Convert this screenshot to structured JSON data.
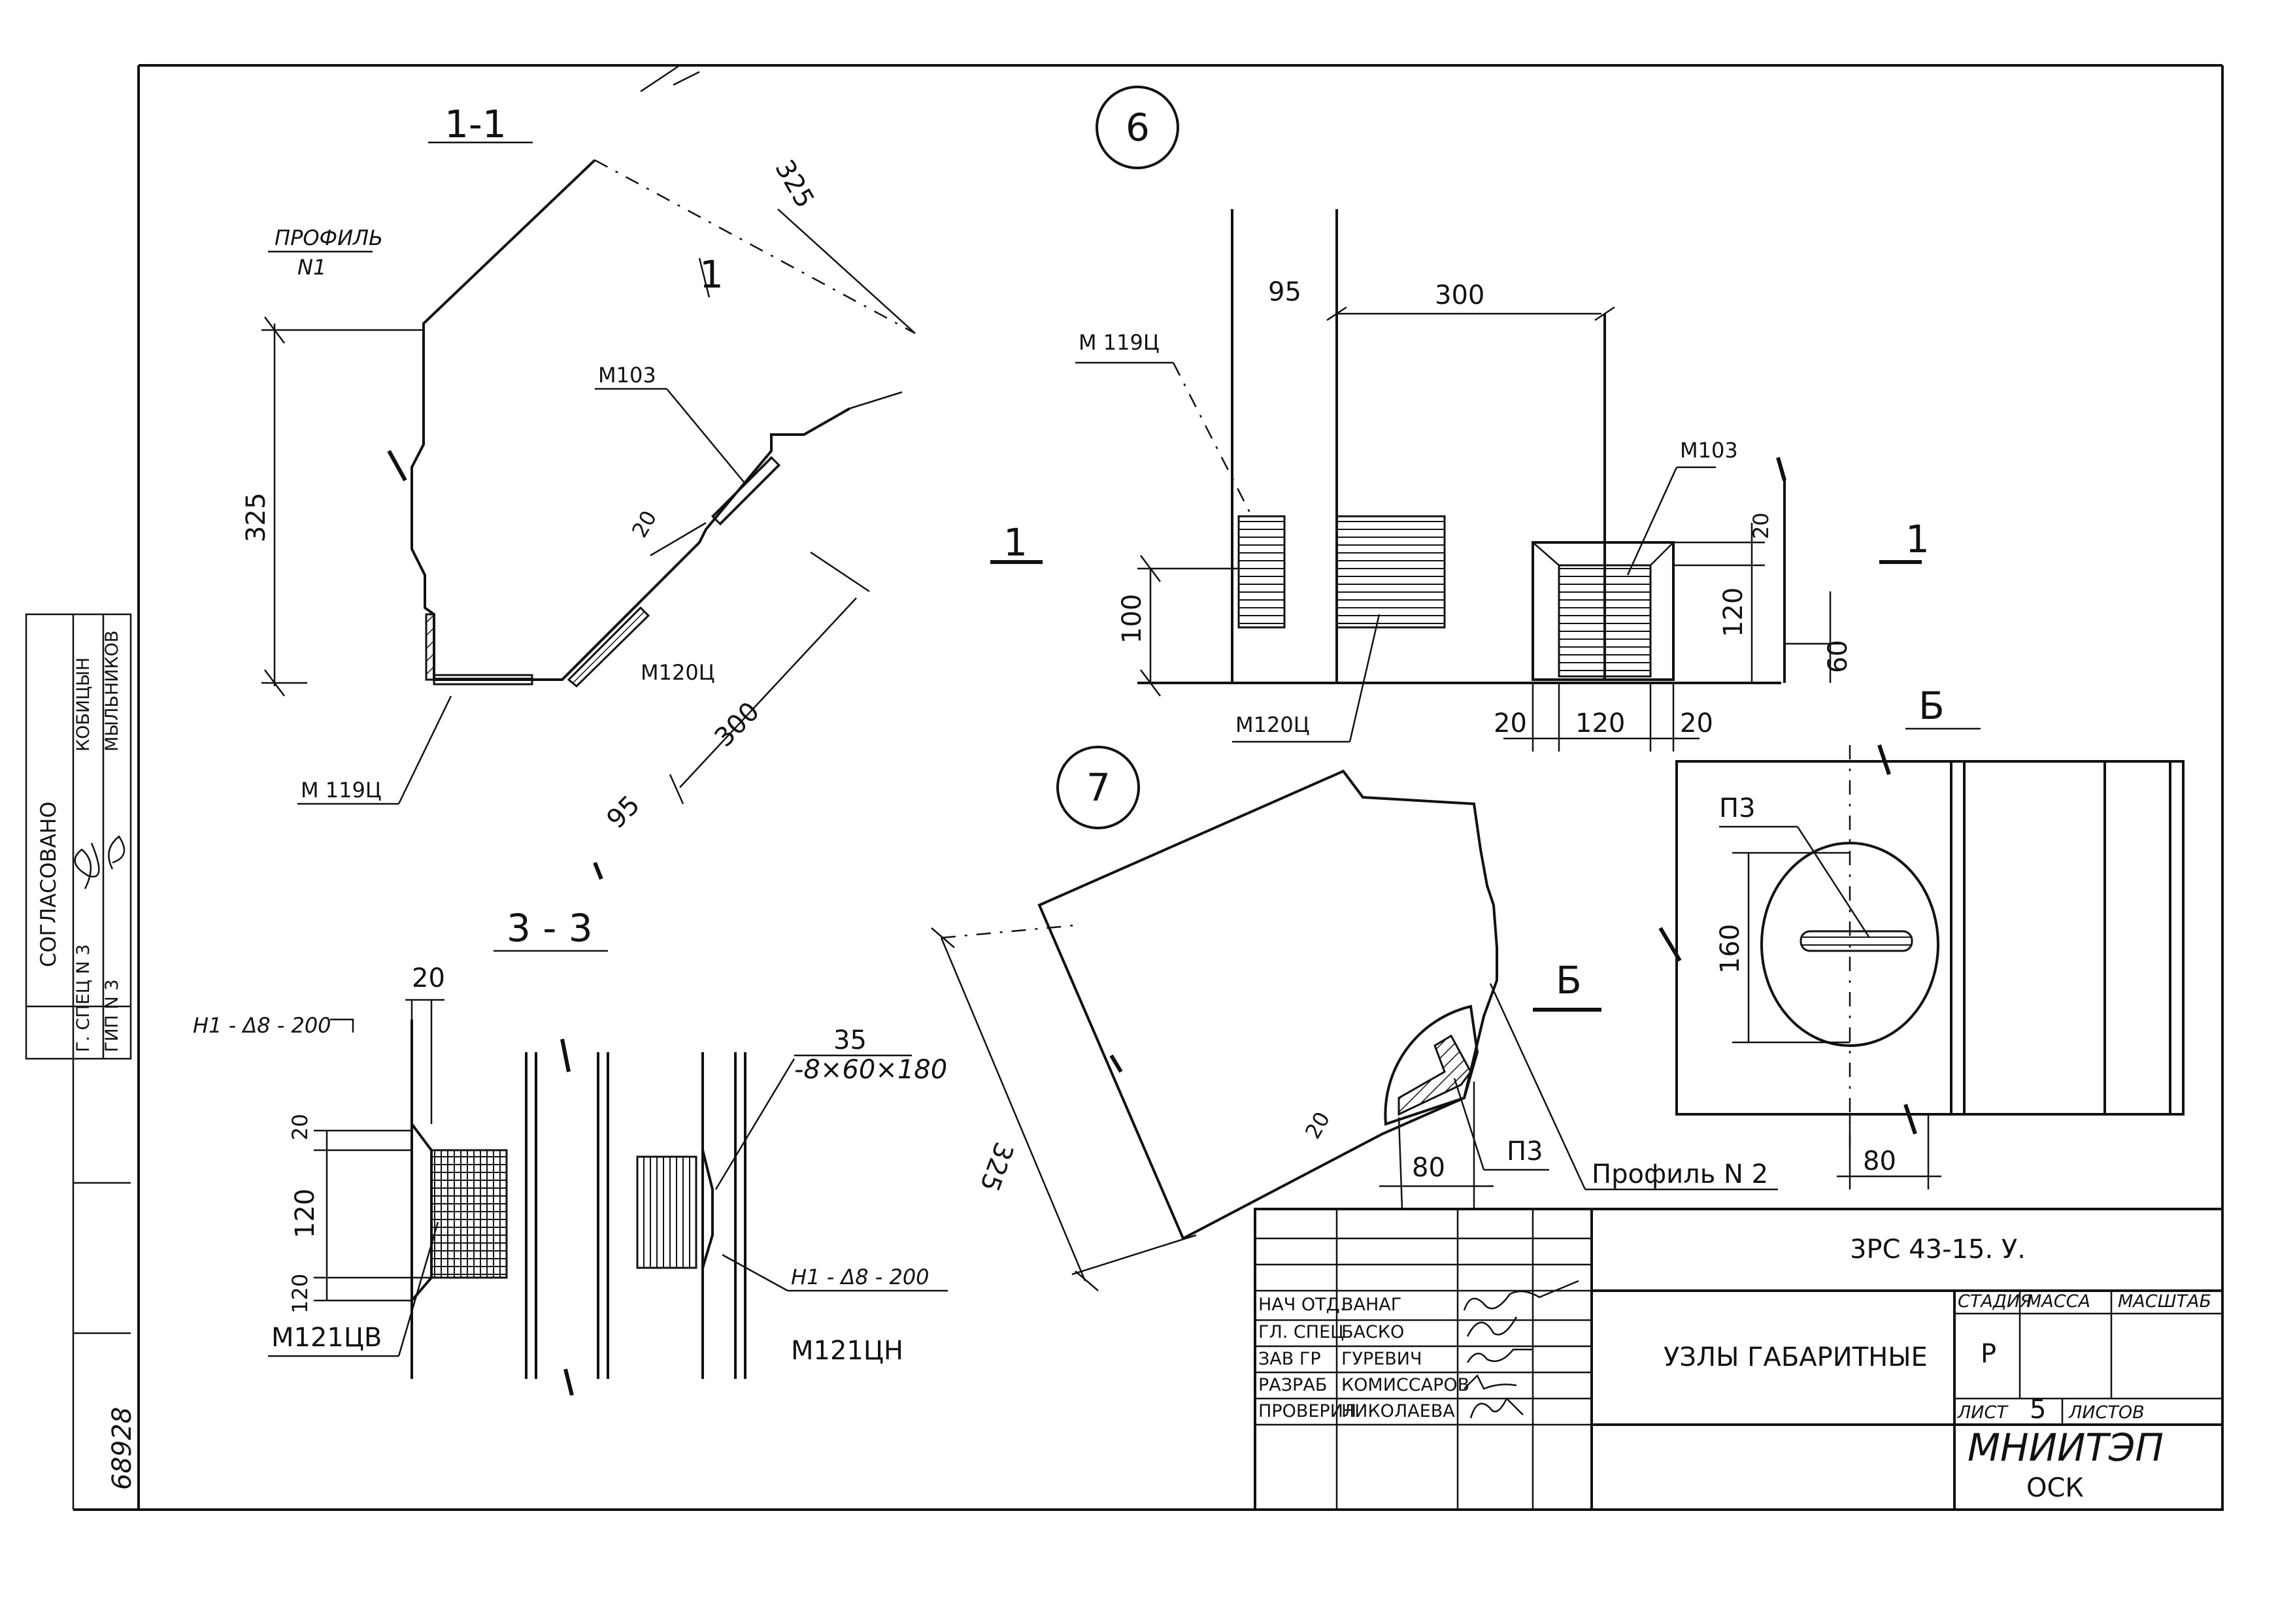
{
  "sections": {
    "s1_title": "1-1",
    "s3_title": "3 - 3",
    "node6": "6",
    "node7": "7",
    "view_b": "Б",
    "cut_label_1": "1",
    "cut_label_b": "Б"
  },
  "s1": {
    "profile_label": "ПРОФИЛЬ",
    "profile_num": "N1",
    "d325_left": "325",
    "d325_top": "325",
    "d300": "300",
    "d95": "95",
    "d20": "20",
    "m103": "M103",
    "m120": "M120Ц",
    "m119": "M 119Ц",
    "mark_1": "1"
  },
  "n6": {
    "d95": "95",
    "d300": "300",
    "m119": "M 119Ц",
    "m103": "M103",
    "m120": "M120Ц",
    "d100": "100",
    "d20_top": "20",
    "d120_v": "120",
    "d60": "60",
    "d20_l": "20",
    "d120_h": "120",
    "d20_r": "20",
    "cut_left": "1",
    "cut_right": "1"
  },
  "vb": {
    "p3": "П3",
    "d160": "160",
    "d80": "80"
  },
  "n7": {
    "d325": "325",
    "d20": "20",
    "d80": "80",
    "p3": "П3",
    "profile2": "Профиль N 2"
  },
  "s3": {
    "d20_top": "20",
    "h1_left": "Н1 - Δ8 - 200",
    "d35": "35",
    "plate": "-8×60×180",
    "d20": "20",
    "d120": "120",
    "d120b": "120",
    "m121b": "M121ЦВ",
    "h1_right": "Н1 - Δ8 - 200",
    "m121h": "M121ЦН"
  },
  "title_block": {
    "doc_code": "3РС 43-15. У.",
    "title": "УЗЛЫ ГАБАРИТНЫЕ",
    "stage_hdr": "СТАДИЯ",
    "mass_hdr": "МАССА",
    "scale_hdr": "МАСШТАБ",
    "stage": "Р",
    "sheet_lbl": "ЛИСТ",
    "sheet_no": "5",
    "sheets_lbl": "ЛИСТОВ",
    "org1": "МНИИТЭП",
    "org2": "ОСК",
    "roles": [
      "НАЧ ОТД.",
      "ГЛ. СПЕЦ",
      "ЗАВ ГР",
      "РАЗРАБ",
      "ПРОВЕРИЛ"
    ],
    "names": [
      "ВАНАГ",
      "БАСКО",
      "ГУРЕВИЧ",
      "КОМИССАРОВ",
      "НИКОЛАЕВА"
    ]
  },
  "approval": {
    "heading": "СОГЛАСОВАНО",
    "row1_role": "Г. СПЕЦ N 3",
    "row2_role": "ГИП N 3",
    "row1_name": "КОБИЦЫН",
    "row2_name": "МЫЛЬНИКОВ",
    "inv": "68928"
  }
}
